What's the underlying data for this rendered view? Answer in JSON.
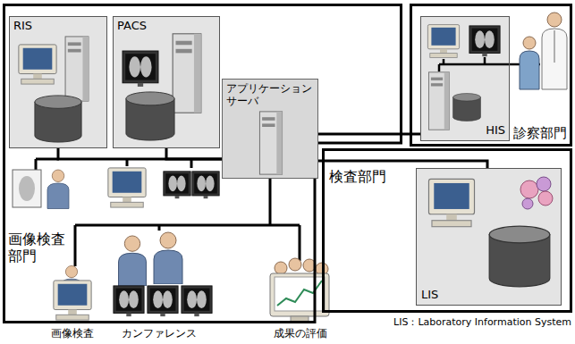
{
  "diagram": {
    "nodes": [
      {
        "text": [
          "画像検査 部門"
        ]
      },
      {
        "text": [
          "RIS"
        ],
        "in": 0
      },
      {
        "text": [
          "PACS"
        ],
        "in": 0
      },
      {
        "text": [
          "アプリケーション サーバ"
        ]
      },
      {
        "text": [
          "診察部門"
        ]
      },
      {
        "text": [
          "HIS"
        ],
        "in": 4
      },
      {
        "text": [
          "検査部門"
        ]
      },
      {
        "text": [
          "LIS"
        ],
        "in": 6
      }
    ],
    "edges": [
      {
        "from": 1,
        "to": 3,
        "arrow": "none"
      },
      {
        "from": 2,
        "to": 3,
        "arrow": "none"
      },
      {
        "from": 3,
        "to": 5,
        "arrow": "none"
      },
      {
        "from": 3,
        "to": 7,
        "arrow": "none"
      }
    ],
    "labels": [
      "画像検査",
      "カンファレンス",
      "成果の評価",
      "LIS：Laboratory Information System"
    ]
  }
}
